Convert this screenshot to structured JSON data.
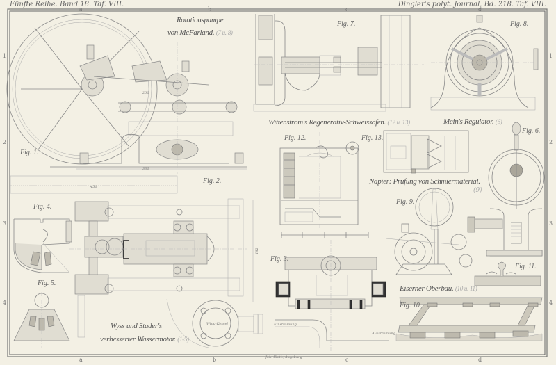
{
  "header": {
    "left": "Fünfte Reihe. Band 18. Taf. VIII.",
    "right": "Dingler's polyt. Journal. Bd. 218. Taf. VIII."
  },
  "grid_letters_top": [
    "a",
    "b",
    "c",
    "d"
  ],
  "grid_letters_bottom": [
    "a",
    "b",
    "c",
    "d"
  ],
  "grid_numbers": [
    "1",
    "2",
    "3",
    "4"
  ],
  "titles": {
    "rotation_pump": {
      "line1": "Rotationspumpe",
      "line2": "von McFarland.",
      "ref": "(7 u. 8)"
    },
    "wittenstrom": {
      "text": "Wittenström's Regenerativ-Schweissofen.",
      "ref": "(12 u. 13)"
    },
    "mein_regulator": {
      "text": "Mein's Regulator.",
      "ref": "(6)"
    },
    "napier": {
      "text": "Napier: Prüfung von Schmiermaterial.",
      "ref": "(9)"
    },
    "eiserner_oberbau": {
      "text": "Eiserner Oberbau.",
      "ref": "(10 u. 11)"
    },
    "wyss_studer": {
      "line1": "Wyss und Studer's",
      "line2": "verbesserter Wassermotor.",
      "ref": "(1-5)"
    }
  },
  "figures": {
    "fig1": "Fig. 1.",
    "fig2": "Fig. 2.",
    "fig3": "Fig. 3.",
    "fig4": "Fig. 4.",
    "fig5": "Fig. 5.",
    "fig6": "Fig. 6.",
    "fig7": "Fig. 7.",
    "fig8": "Fig. 8.",
    "fig9": "Fig. 9.",
    "fig10": "Fig. 10.",
    "fig11": "Fig. 11.",
    "fig12": "Fig. 12.",
    "fig13": "Fig. 13."
  },
  "dimensions": {
    "fig1_width": "330",
    "fig1_inner": "200",
    "fig2_width": "450",
    "fig2_height": "182"
  },
  "annotations": {
    "wind_kessel": "Wind-Kessel",
    "einstroemung": "Einströmung",
    "ausstroemung": "Ausströmung"
  },
  "imprint": "Joh. Kloth, Augsburg"
}
